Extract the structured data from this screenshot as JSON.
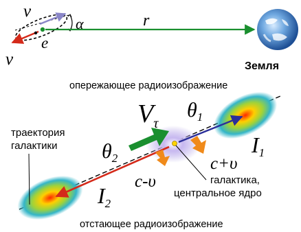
{
  "top": {
    "v_top": "v",
    "alpha": "α",
    "r": "r",
    "e": "e",
    "v_bottom": "v",
    "earth_label": "Земля"
  },
  "galaxy": {
    "leading_image_label": "опережающее радиоизображение",
    "trajectory_label_line1": "траектория",
    "trajectory_label_line2": "галактики",
    "V": "V",
    "tau": "τ",
    "theta1": "θ",
    "theta1_sub": "1",
    "theta2": "θ",
    "theta2_sub": "2",
    "I1": "I",
    "I1_sub": "1",
    "I2": "I",
    "I2_sub": "2",
    "c_plus_v": "c+υ",
    "c_minus_v": "c-υ",
    "galaxy_label_line1": "галактика,",
    "galaxy_label_line2": "центральное ядро",
    "lagging_image_label": "отстающее радиоизображение"
  },
  "colors": {
    "green_arrow": "#1a8f2f",
    "red_arrow": "#d42a1a",
    "blue_arrow": "#2b2f9a",
    "orange_arrow": "#f08a1a",
    "earth_blue": "#3f7fc4"
  }
}
